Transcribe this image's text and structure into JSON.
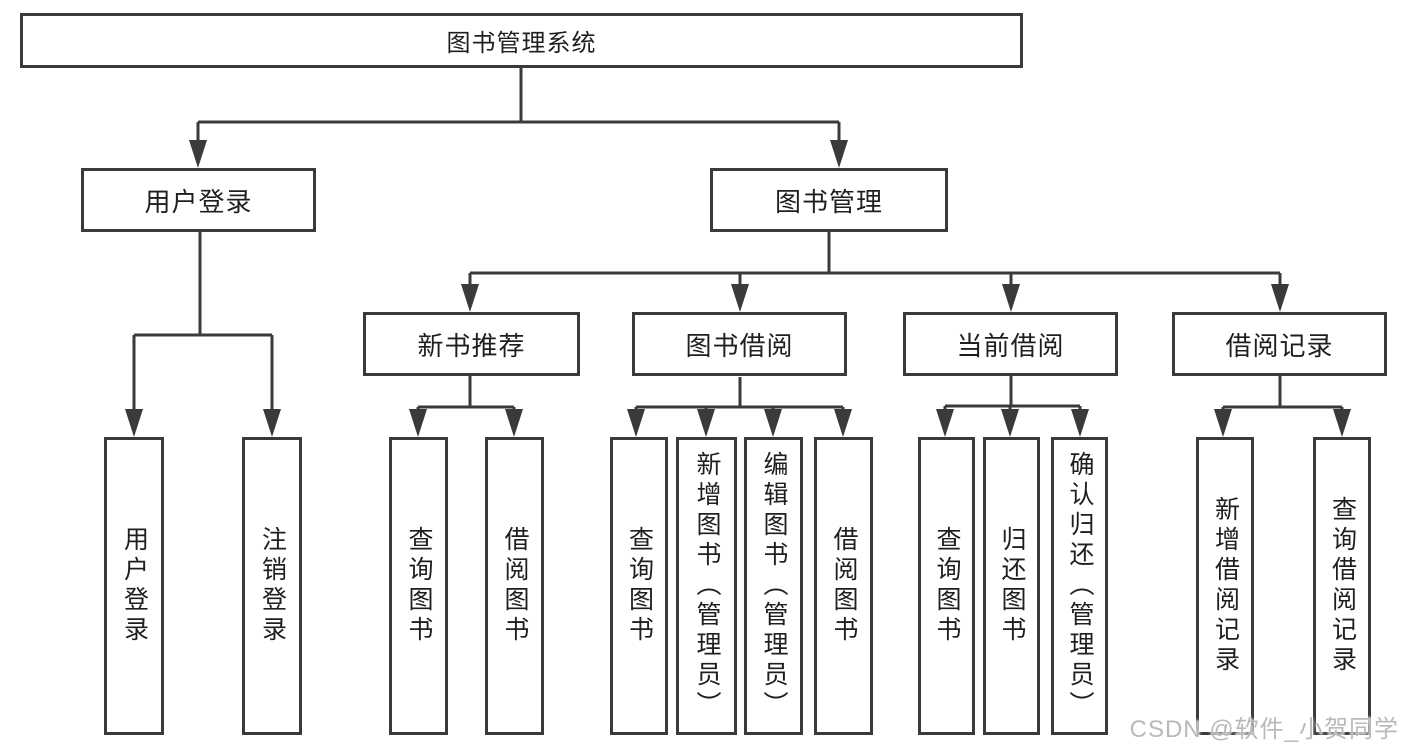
{
  "nodes": {
    "root": {
      "label": "图书管理系统"
    },
    "login": {
      "label": "用户登录"
    },
    "mgmt": {
      "label": "图书管理"
    },
    "login_user": {
      "label": "用户登录"
    },
    "login_logout": {
      "label": "注销登录"
    },
    "rec": {
      "label": "新书推荐"
    },
    "bb": {
      "label": "图书借阅"
    },
    "cb": {
      "label": "当前借阅"
    },
    "br": {
      "label": "借阅记录"
    },
    "rec_query": {
      "label": "查询图书"
    },
    "rec_borrow": {
      "label": "借阅图书"
    },
    "bb_query": {
      "label": "查询图书"
    },
    "bb_add": {
      "label": "新增图书（管理员）"
    },
    "bb_edit": {
      "label": "编辑图书（管理员）"
    },
    "bb_borrow": {
      "label": "借阅图书"
    },
    "cb_query": {
      "label": "查询图书"
    },
    "cb_return": {
      "label": "归还图书"
    },
    "cb_confirm": {
      "label": "确认归还（管理员）"
    },
    "br_add": {
      "label": "新增借阅记录"
    },
    "br_query": {
      "label": "查询借阅记录"
    }
  },
  "hierarchy": {
    "root": "图书管理系统",
    "children": [
      {
        "label": "用户登录",
        "children": [
          "用户登录",
          "注销登录"
        ]
      },
      {
        "label": "图书管理",
        "children": [
          {
            "label": "新书推荐",
            "children": [
              "查询图书",
              "借阅图书"
            ]
          },
          {
            "label": "图书借阅",
            "children": [
              "查询图书",
              "新增图书（管理员）",
              "编辑图书（管理员）",
              "借阅图书"
            ]
          },
          {
            "label": "当前借阅",
            "children": [
              "查询图书",
              "归还图书",
              "确认归还（管理员）"
            ]
          },
          {
            "label": "借阅记录",
            "children": [
              "新增借阅记录",
              "查询借阅记录"
            ]
          }
        ]
      }
    ]
  },
  "watermark": {
    "text": "CSDN @软件_小贺同学"
  },
  "colors": {
    "line": "#3a3a3a",
    "text": "#1f1f1f",
    "background": "#ffffff",
    "watermark": "#b9b9b9"
  }
}
